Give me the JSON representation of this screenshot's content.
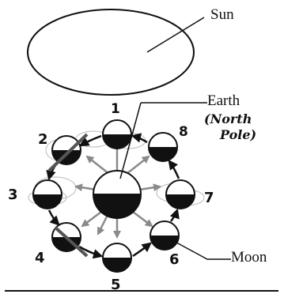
{
  "labels": {
    "sun": "Sun",
    "earth": "Earth",
    "earth_note_line1": "(North",
    "earth_note_line2": "Pole)",
    "moon": "Moon"
  },
  "moon_positions": [
    "1",
    "2",
    "3",
    "4",
    "5",
    "6",
    "7",
    "8"
  ],
  "colors": {
    "ink": "#111111",
    "arrow_gray": "#8a8a8a",
    "orbit_sketch": "#b9b9b9"
  }
}
